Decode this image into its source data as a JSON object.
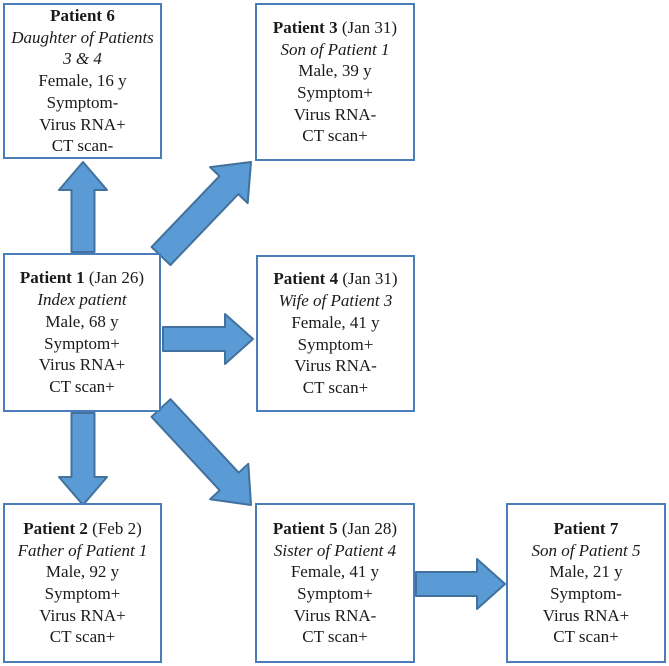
{
  "colors": {
    "background": "#ffffff",
    "box_border": "#4a7ebb",
    "box_fill": "#ffffff",
    "arrow_fill": "#5b9bd5",
    "arrow_border": "#41719c",
    "text": "#1a1a1a"
  },
  "patients": [
    {
      "key": "patient-6",
      "title": "Patient 6",
      "date": "",
      "relation": "Daughter of Patients 3 & 4",
      "details": [
        "Female, 16 y",
        "Symptom-",
        "Virus RNA+",
        "CT scan-"
      ]
    },
    {
      "key": "patient-3",
      "title": "Patient 3",
      "date": "(Jan 31)",
      "relation": "Son of Patient 1",
      "details": [
        "Male, 39 y",
        "Symptom+",
        "Virus RNA-",
        "CT scan+"
      ]
    },
    {
      "key": "patient-1",
      "title": "Patient 1",
      "date": "(Jan 26)",
      "relation": "Index patient",
      "details": [
        "Male, 68 y",
        "Symptom+",
        "Virus RNA+",
        "CT scan+"
      ]
    },
    {
      "key": "patient-4",
      "title": "Patient 4",
      "date": "(Jan 31)",
      "relation": "Wife of Patient 3",
      "details": [
        "Female, 41 y",
        "Symptom+",
        "Virus RNA-",
        "CT scan+"
      ]
    },
    {
      "key": "patient-2",
      "title": "Patient 2",
      "date": "(Feb 2)",
      "relation": "Father of Patient 1",
      "details": [
        "Male, 92 y",
        "Symptom+",
        "Virus RNA+",
        "CT scan+"
      ]
    },
    {
      "key": "patient-5",
      "title": "Patient 5",
      "date": "(Jan 28)",
      "relation": "Sister of Patient 4",
      "details": [
        "Female, 41 y",
        "Symptom+",
        "Virus RNA-",
        "CT scan+"
      ]
    },
    {
      "key": "patient-7",
      "title": "Patient 7",
      "date": "",
      "relation": "Son of Patient 5",
      "details": [
        "Male, 21 y",
        "Symptom-",
        "Virus RNA+",
        "CT scan+"
      ]
    }
  ],
  "edges": [
    {
      "from": "Patient 1",
      "to": "Patient 6"
    },
    {
      "from": "Patient 1",
      "to": "Patient 3"
    },
    {
      "from": "Patient 1",
      "to": "Patient 4"
    },
    {
      "from": "Patient 1",
      "to": "Patient 2"
    },
    {
      "from": "Patient 1",
      "to": "Patient 5"
    },
    {
      "from": "Patient 5",
      "to": "Patient 7"
    }
  ]
}
